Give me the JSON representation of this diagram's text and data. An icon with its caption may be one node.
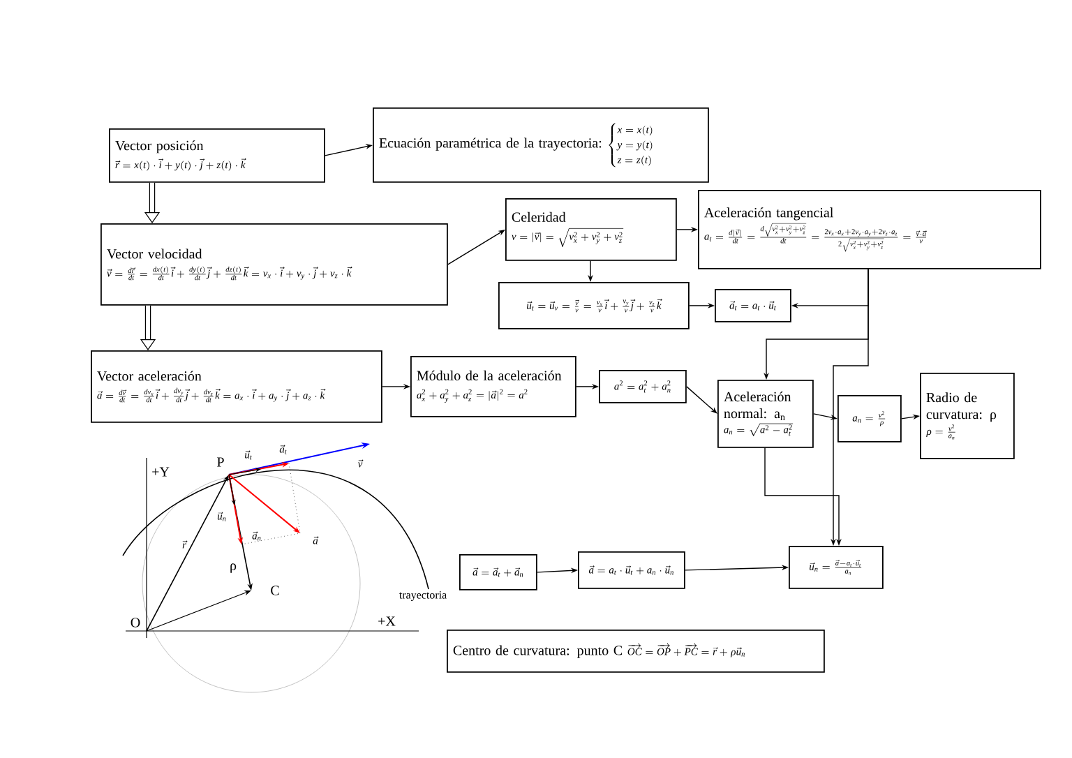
{
  "diagram": {
    "nodes": [
      {
        "text": [
          "Vector posición",
          "\\vec{r}=x(t)\\cdot\\vec{i}+y(t)\\cdot\\vec{j}+z(t)\\cdot\\vec{k}"
        ]
      },
      {
        "text": [
          "Ecuación paramétrica de la trayectoria:",
          "\\begin{cases}x=x(t)\\\\ y=y(t)\\\\ z=z(t)\\end{cases}"
        ]
      },
      {
        "text": [
          "Vector velocidad",
          "\\vec{v}=\\frac{d\\vec{r}}{dt}=\\frac{dx(t)}{dt}\\vec{i}+\\frac{dy(t)}{dt}\\vec{j}+\\frac{dz(t)}{dt}\\vec{k}=v_x\\cdot\\vec{i}+v_y\\cdot\\vec{j}+v_z\\cdot\\vec{k}"
        ]
      },
      {
        "text": [
          "Celeridad",
          "v=|\\vec{v}|=\\sqrt{v_x^2+v_y^2+v_z^2}"
        ]
      },
      {
        "text": [
          "Aceleración tangencial",
          "a_t=\\frac{d|\\vec{v}|}{dt}=\\frac{d\\sqrt{v_x^2+v_y^2+v_z^2}}{dt}=\\frac{2v_x\\cdot a_x+2v_y\\cdot a_y+2v_z\\cdot a_z}{2\\sqrt{v_x^2+v_y^2+v_z^2}}=\\frac{\\vec{v}\\cdot\\vec{a}}{v}"
        ]
      },
      {
        "text": [
          "\\vec{u}_t=\\vec{u}_v=\\frac{\\vec{v}}{v}=\\frac{v_x}{v}\\vec{i}+\\frac{v_y}{v}\\vec{j}+\\frac{v_z}{v}\\vec{k}"
        ]
      },
      {
        "text": [
          "\\vec{a}_t=a_t\\cdot\\vec{u}_t"
        ]
      },
      {
        "text": [
          "Vector aceleración",
          "\\vec{a}=\\frac{d\\vec{v}}{dt}=\\frac{dv_x}{dt}\\vec{i}+\\frac{dv_y}{dt}\\vec{j}+\\frac{dv_z}{dt}\\vec{k}=a_x\\cdot\\vec{i}+a_y\\cdot\\vec{j}+a_z\\cdot\\vec{k}"
        ]
      },
      {
        "text": [
          "Módulo de la aceleración",
          "a_x^2+a_y^2+a_z^2=|\\vec{a}|^2=a^2"
        ]
      },
      {
        "text": [
          "a^2=a_t^2+a_n^2"
        ]
      },
      {
        "text": [
          "Aceleración normal: a$_{n}$",
          "a_n=\\sqrt{a^2-a_t^2}"
        ]
      },
      {
        "text": [
          "a_n=\\frac{v^2}{\\rho}"
        ]
      },
      {
        "text": [
          "Radio de curvatura: ρ",
          "\\rho=\\frac{v^2}{a_n}"
        ]
      },
      {
        "text": [
          "\\vec{a}=\\vec{a}_t+\\vec{a}_n"
        ]
      },
      {
        "text": [
          "\\vec{a}=a_t\\cdot\\vec{u}_t+a_n\\cdot\\vec{u}_n"
        ]
      },
      {
        "text": [
          "\\vec{u}_n=\\frac{\\vec{a}-a_t\\cdot\\vec{u}_t}{a_n}"
        ]
      },
      {
        "text": [
          "Centro de curvatura: punto C",
          "\\overrightarrow{OC}=\\overrightarrow{OP}+\\overrightarrow{PC}=\\vec{r}+\\rho\\vec{u}_n"
        ]
      }
    ],
    "edges": [
      {
        "from": 0,
        "to": 1,
        "arrow": "to"
      },
      {
        "from": 0,
        "to": 2,
        "arrow": "to",
        "style": "thick"
      },
      {
        "from": 2,
        "to": 7,
        "arrow": "to",
        "style": "thick"
      },
      {
        "from": 2,
        "to": 3,
        "arrow": "to"
      },
      {
        "from": 3,
        "to": 4,
        "arrow": "to"
      },
      {
        "from": 3,
        "to": 5,
        "arrow": "to"
      },
      {
        "from": 5,
        "to": 6,
        "arrow": "to"
      },
      {
        "from": 4,
        "to": 6,
        "arrow": "to"
      },
      {
        "from": 4,
        "to": 10,
        "arrow": "to"
      },
      {
        "from": 4,
        "to": 15,
        "arrow": "to"
      },
      {
        "from": 7,
        "to": 8,
        "arrow": "to"
      },
      {
        "from": 8,
        "to": 9,
        "arrow": "to"
      },
      {
        "from": 9,
        "to": 10,
        "arrow": "to"
      },
      {
        "from": 10,
        "to": 11,
        "arrow": "to"
      },
      {
        "from": 11,
        "to": 12,
        "arrow": "to"
      },
      {
        "from": 10,
        "to": 15,
        "arrow": "to"
      },
      {
        "from": 13,
        "to": 14,
        "arrow": "to"
      },
      {
        "from": 14,
        "to": 15,
        "arrow": "to"
      }
    ],
    "labels": [
      "P",
      "\\vec{u}_t",
      "\\vec{a}_t",
      "\\vec{v}",
      "+Y",
      "\\vec{u}_n",
      "\\vec{a}_n",
      "\\vec{a}",
      "\\vec{r}",
      "ρ",
      "C",
      "trayectoria",
      "O",
      "+X"
    ]
  }
}
